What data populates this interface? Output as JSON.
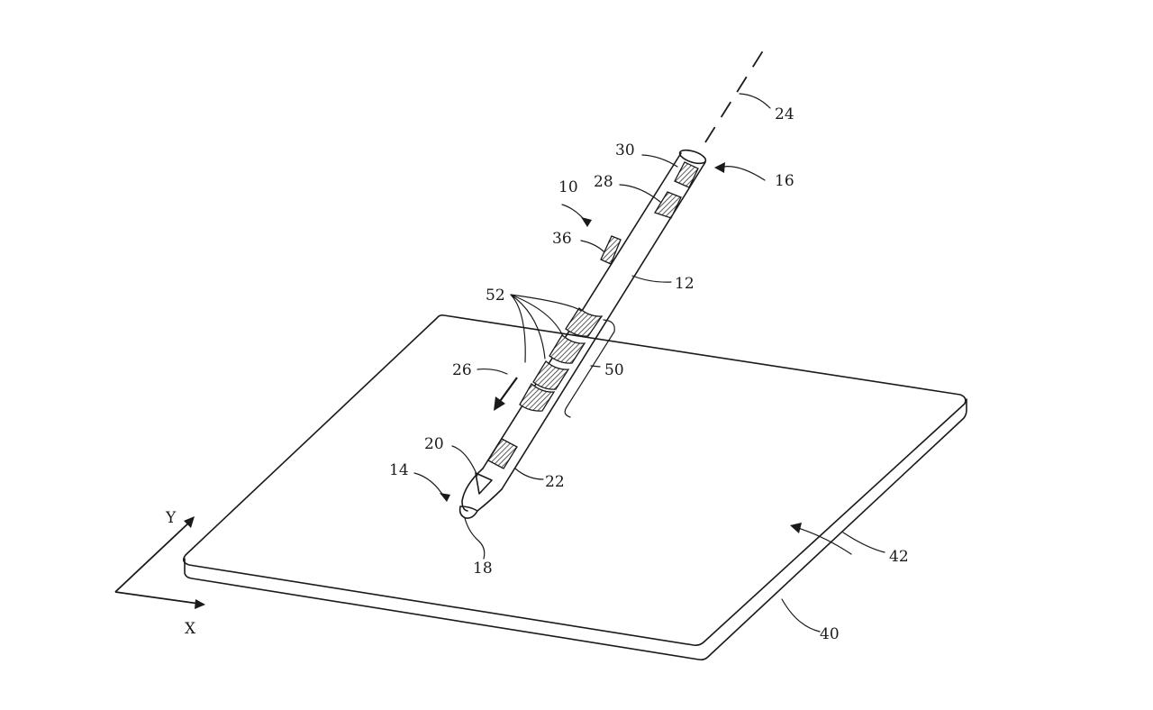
{
  "figure": {
    "labels": {
      "stylus": "10",
      "body": "12",
      "tip_end": "14",
      "rear_end": "16",
      "tip": "18",
      "tip_electrode": "20",
      "tip_sensor": "22",
      "axis": "24",
      "motion": "26",
      "component_28": "28",
      "component_30": "30",
      "button": "36",
      "device": "40",
      "surface": "42",
      "band_region": "50",
      "bands": "52"
    },
    "axes": {
      "x": "X",
      "y": "Y"
    }
  }
}
